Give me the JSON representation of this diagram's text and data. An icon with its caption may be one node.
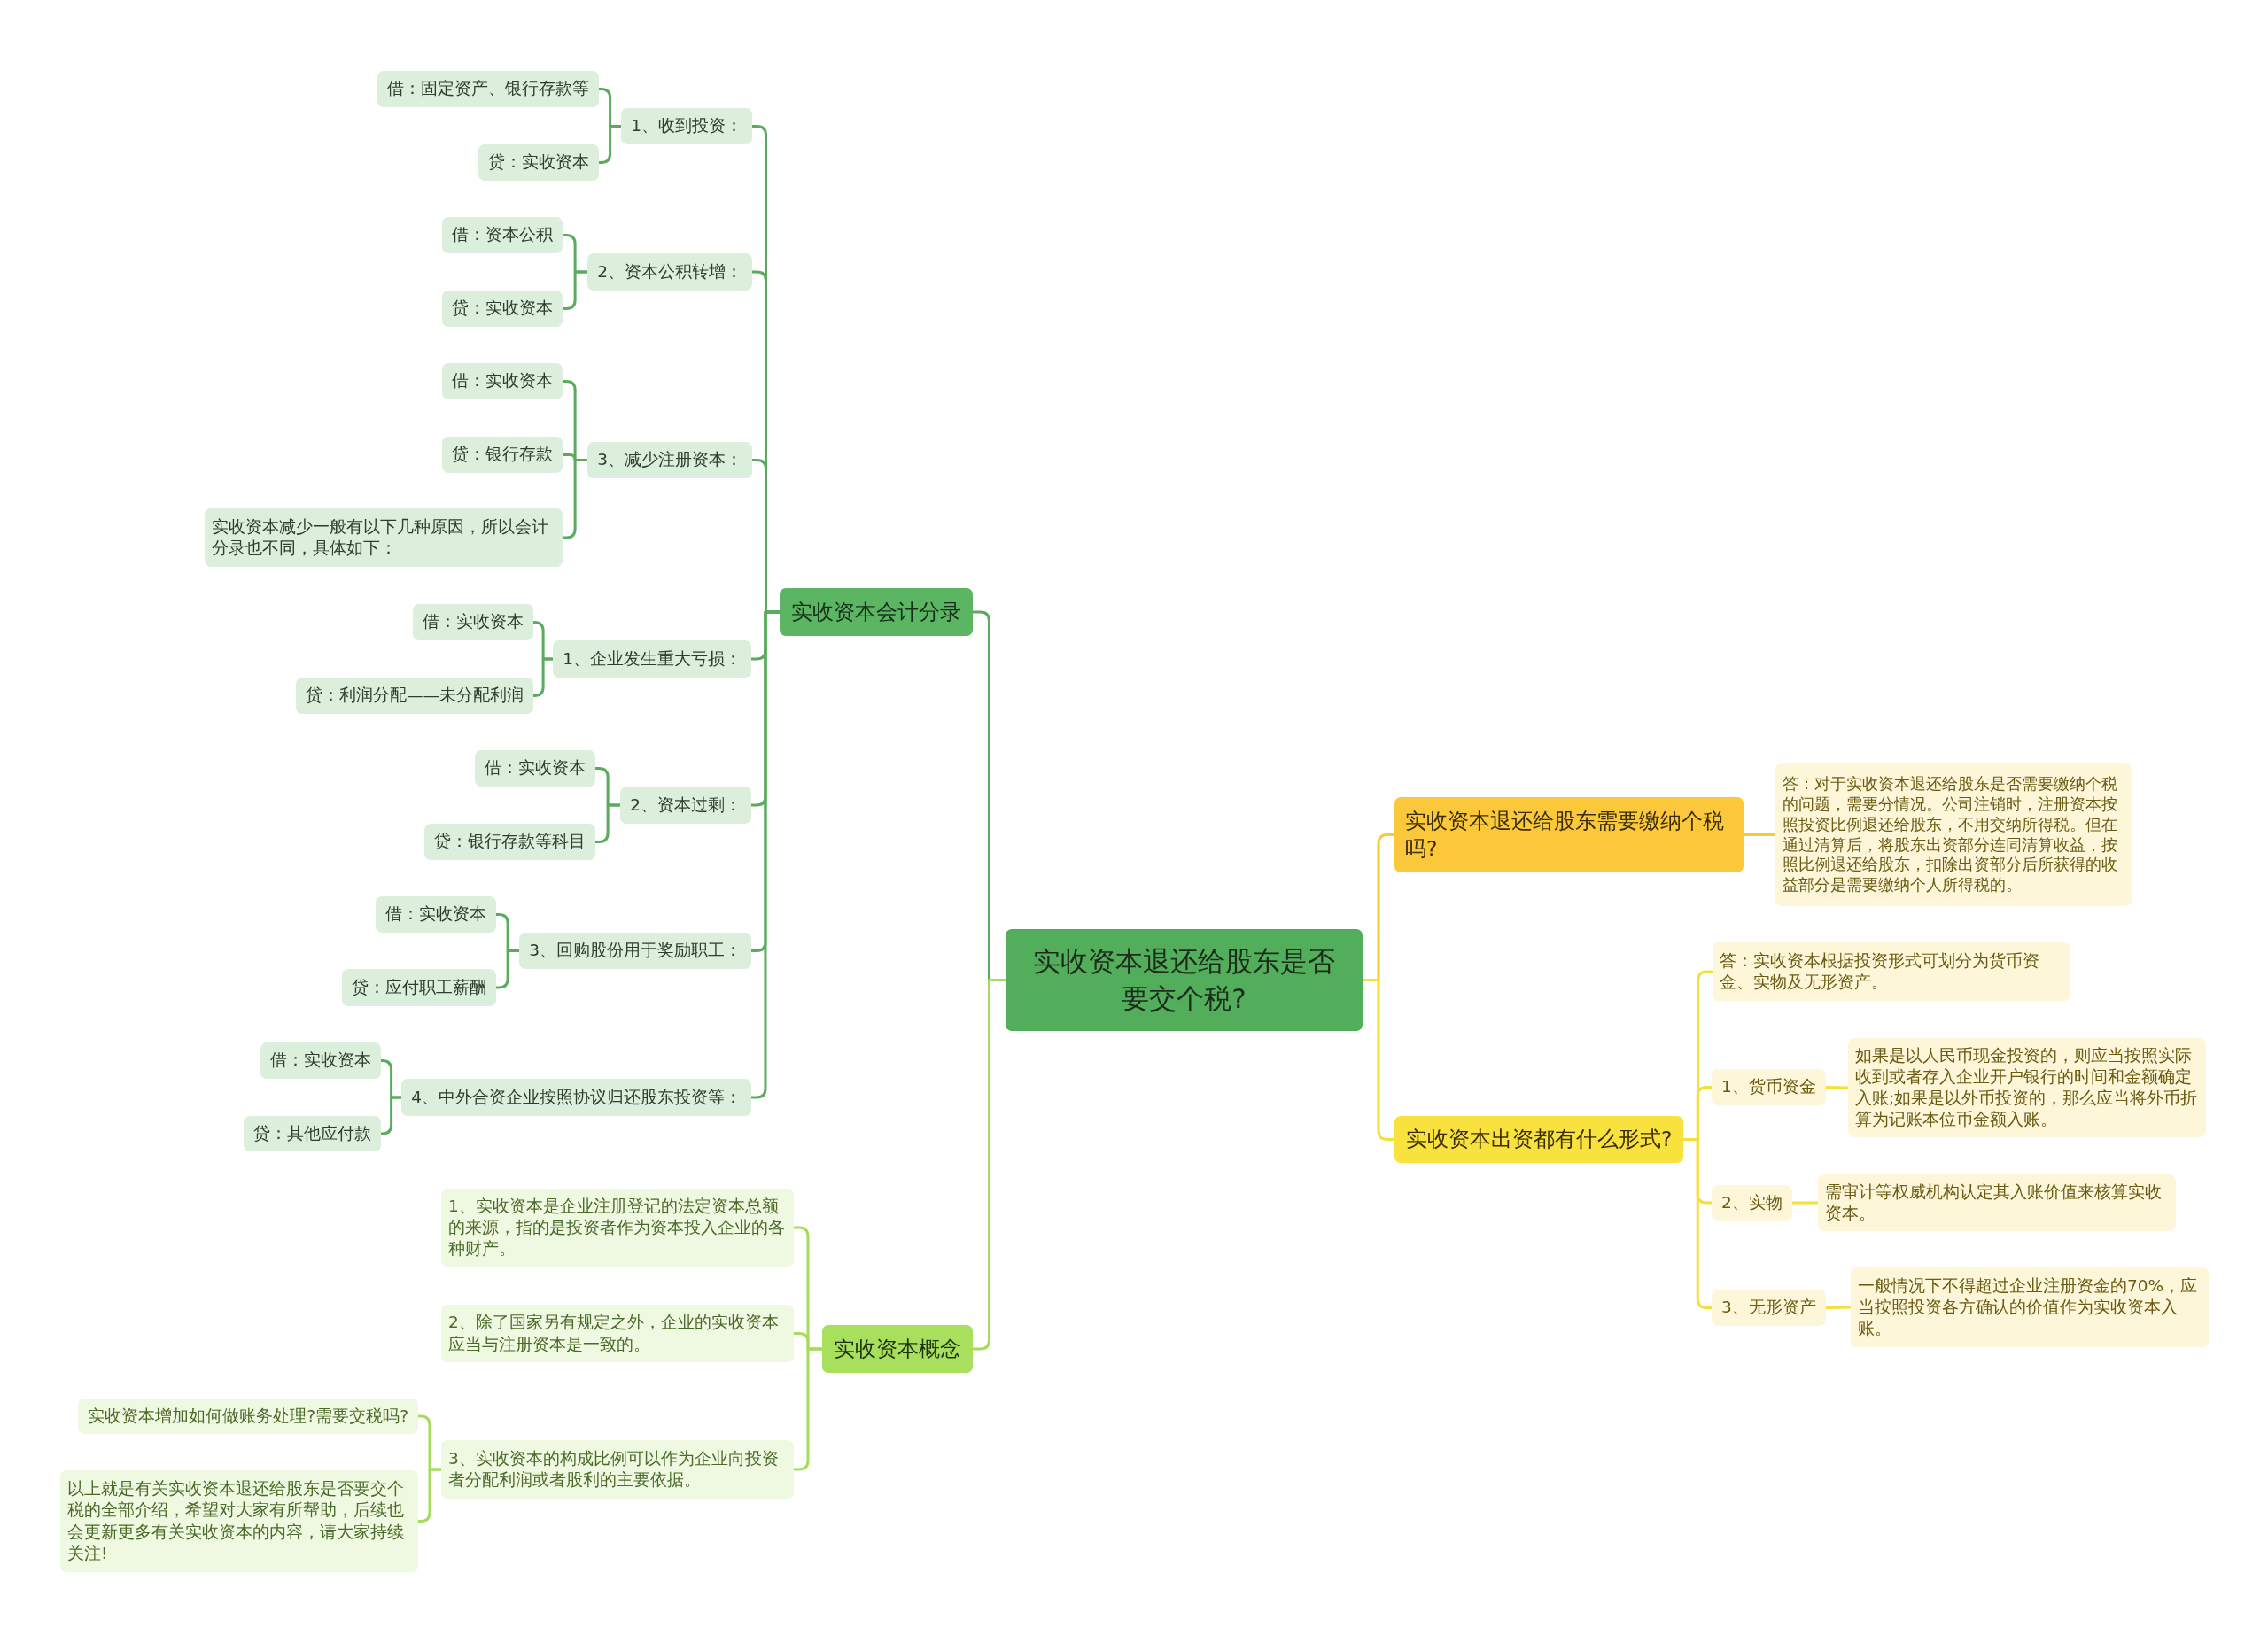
{
  "diagram": {
    "nodes": [
      {
        "text": [
          "实收资本退还给股东是否要交个税?"
        ]
      },
      {
        "text": [
          "实收资本会计分录"
        ]
      },
      {
        "text": [
          "1、收到投资："
        ]
      },
      {
        "text": [
          "借：固定资产、银行存款等"
        ]
      },
      {
        "text": [
          "贷：实收资本"
        ]
      },
      {
        "text": [
          "2、资本公积转增："
        ]
      },
      {
        "text": [
          "借：资本公积"
        ]
      },
      {
        "text": [
          "贷：实收资本"
        ]
      },
      {
        "text": [
          "3、减少注册资本："
        ]
      },
      {
        "text": [
          "借：实收资本"
        ]
      },
      {
        "text": [
          "贷：银行存款"
        ]
      },
      {
        "text": [
          "实收资本减少一般有以下几种原因，所以会计分录也不同，具体如下："
        ]
      },
      {
        "text": [
          "1、企业发生重大亏损："
        ]
      },
      {
        "text": [
          "借：实收资本"
        ]
      },
      {
        "text": [
          "贷：利润分配——未分配利润"
        ]
      },
      {
        "text": [
          "2、资本过剩："
        ]
      },
      {
        "text": [
          "借：实收资本"
        ]
      },
      {
        "text": [
          "贷：银行存款等科目"
        ]
      },
      {
        "text": [
          "3、回购股份用于奖励职工："
        ]
      },
      {
        "text": [
          "借：实收资本"
        ]
      },
      {
        "text": [
          "贷：应付职工薪酬"
        ]
      },
      {
        "text": [
          "4、中外合资企业按照协议归还股东投资等："
        ]
      },
      {
        "text": [
          "借：实收资本"
        ]
      },
      {
        "text": [
          "贷：其他应付款"
        ]
      },
      {
        "text": [
          "实收资本概念"
        ]
      },
      {
        "text": [
          "1、实收资本是企业注册登记的法定资本总额的来源，指的是投资者作为资本投入企业的各种财产。"
        ]
      },
      {
        "text": [
          "2、除了国家另有规定之外，企业的实收资本应当与注册资本是一致的。"
        ]
      },
      {
        "text": [
          "3、实收资本的构成比例可以作为企业向投资者分配利润或者股利的主要依据。"
        ]
      },
      {
        "text": [
          "实收资本增加如何做账务处理?需要交税吗?"
        ]
      },
      {
        "text": [
          "以上就是有关实收资本退还给股东是否要交个税的全部介绍，希望对大家有所帮助，后续也会更新更多有关实收资本的内容，请大家持续关注!"
        ]
      },
      {
        "text": [
          "实收资本退还给股东需要缴纳个税吗?"
        ]
      },
      {
        "text": [
          "答：对于实收资本退还给股东是否需要缴纳个税的问题，需要分情况。公司注销时，注册资本按照投资比例退还给股东，不用交纳所得税。但在通过清算后，将股东出资部分连同清算收益，按照比例退还给股东，扣除出资部分后所获得的收益部分是需要缴纳个人所得税的。"
        ]
      },
      {
        "text": [
          "实收资本出资都有什么形式?"
        ]
      },
      {
        "text": [
          "答：实收资本根据投资形式可划分为货币资金、实物及无形资产。"
        ]
      },
      {
        "text": [
          "1、货币资金"
        ]
      },
      {
        "text": [
          "如果是以人民币现金投资的，则应当按照实际收到或者存入企业开户银行的时间和金额确定入账;如果是以外币投资的，那么应当将外币折算为记账本位币金额入账。"
        ]
      },
      {
        "text": [
          "2、实物"
        ]
      },
      {
        "text": [
          "需审计等权威机构认定其入账价值来核算实收资本。"
        ]
      },
      {
        "text": [
          "3、无形资产"
        ]
      },
      {
        "text": [
          "一般情况下不得超过企业注册资金的70%，应当按照投资各方确认的价值作为实收资本入账。"
        ]
      }
    ],
    "edges": [
      {
        "from": 0,
        "to": 1,
        "arrow": "none"
      },
      {
        "from": 1,
        "to": 2,
        "arrow": "none"
      },
      {
        "from": 2,
        "to": 3,
        "arrow": "none"
      },
      {
        "from": 2,
        "to": 4,
        "arrow": "none"
      },
      {
        "from": 1,
        "to": 5,
        "arrow": "none"
      },
      {
        "from": 5,
        "to": 6,
        "arrow": "none"
      },
      {
        "from": 5,
        "to": 7,
        "arrow": "none"
      },
      {
        "from": 1,
        "to": 8,
        "arrow": "none"
      },
      {
        "from": 8,
        "to": 9,
        "arrow": "none"
      },
      {
        "from": 8,
        "to": 10,
        "arrow": "none"
      },
      {
        "from": 8,
        "to": 11,
        "arrow": "none"
      },
      {
        "from": 1,
        "to": 12,
        "arrow": "none"
      },
      {
        "from": 12,
        "to": 13,
        "arrow": "none"
      },
      {
        "from": 12,
        "to": 14,
        "arrow": "none"
      },
      {
        "from": 1,
        "to": 15,
        "arrow": "none"
      },
      {
        "from": 15,
        "to": 16,
        "arrow": "none"
      },
      {
        "from": 15,
        "to": 17,
        "arrow": "none"
      },
      {
        "from": 1,
        "to": 18,
        "arrow": "none"
      },
      {
        "from": 18,
        "to": 19,
        "arrow": "none"
      },
      {
        "from": 18,
        "to": 20,
        "arrow": "none"
      },
      {
        "from": 1,
        "to": 21,
        "arrow": "none"
      },
      {
        "from": 21,
        "to": 22,
        "arrow": "none"
      },
      {
        "from": 21,
        "to": 23,
        "arrow": "none"
      },
      {
        "from": 0,
        "to": 24,
        "arrow": "none",
        "color": "#a6dc5c"
      },
      {
        "from": 24,
        "to": 25,
        "arrow": "none",
        "color": "#a6dc5c"
      },
      {
        "from": 24,
        "to": 26,
        "arrow": "none",
        "color": "#a6dc5c"
      },
      {
        "from": 24,
        "to": 27,
        "arrow": "none",
        "color": "#a6dc5c"
      },
      {
        "from": 27,
        "to": 28,
        "arrow": "none",
        "color": "#a6dc5c"
      },
      {
        "from": 27,
        "to": 29,
        "arrow": "none",
        "color": "#a6dc5c"
      },
      {
        "from": 0,
        "to": 30,
        "arrow": "none",
        "color": "#f8c93c"
      },
      {
        "from": 30,
        "to": 31,
        "arrow": "none",
        "color": "#f8c93c"
      },
      {
        "from": 0,
        "to": 32,
        "arrow": "none",
        "color": "#f7df3a"
      },
      {
        "from": 32,
        "to": 33,
        "arrow": "none",
        "color": "#f7df3a"
      },
      {
        "from": 32,
        "to": 34,
        "arrow": "none",
        "color": "#f7df3a"
      },
      {
        "from": 34,
        "to": 35,
        "arrow": "none",
        "color": "#f7df3a"
      },
      {
        "from": 32,
        "to": 36,
        "arrow": "none",
        "color": "#f7df3a"
      },
      {
        "from": 36,
        "to": 37,
        "arrow": "none",
        "color": "#f7df3a"
      },
      {
        "from": 32,
        "to": 38,
        "arrow": "none",
        "color": "#f7df3a"
      },
      {
        "from": 38,
        "to": 39,
        "arrow": "none",
        "color": "#f7df3a"
      }
    ]
  }
}
